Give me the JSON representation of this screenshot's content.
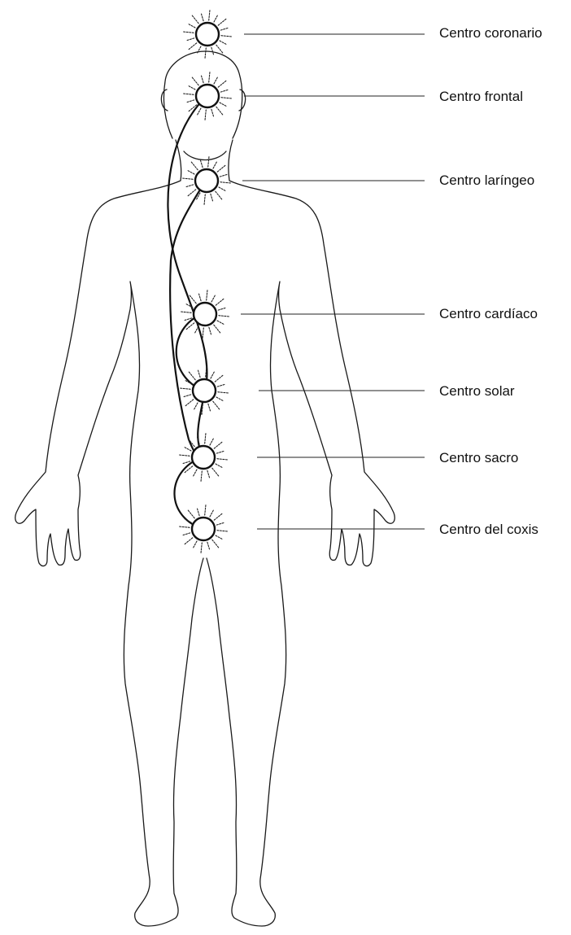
{
  "centers": [
    {
      "id": "coronario",
      "label": "Centro coronario"
    },
    {
      "id": "frontal",
      "label": "Centro frontal"
    },
    {
      "id": "laringeo",
      "label": "Centro laríngeo"
    },
    {
      "id": "cardiaco",
      "label": "Centro cardíaco"
    },
    {
      "id": "solar",
      "label": "Centro solar"
    },
    {
      "id": "sacro",
      "label": "Centro sacro"
    },
    {
      "id": "coxis",
      "label": "Centro del coxis"
    }
  ]
}
